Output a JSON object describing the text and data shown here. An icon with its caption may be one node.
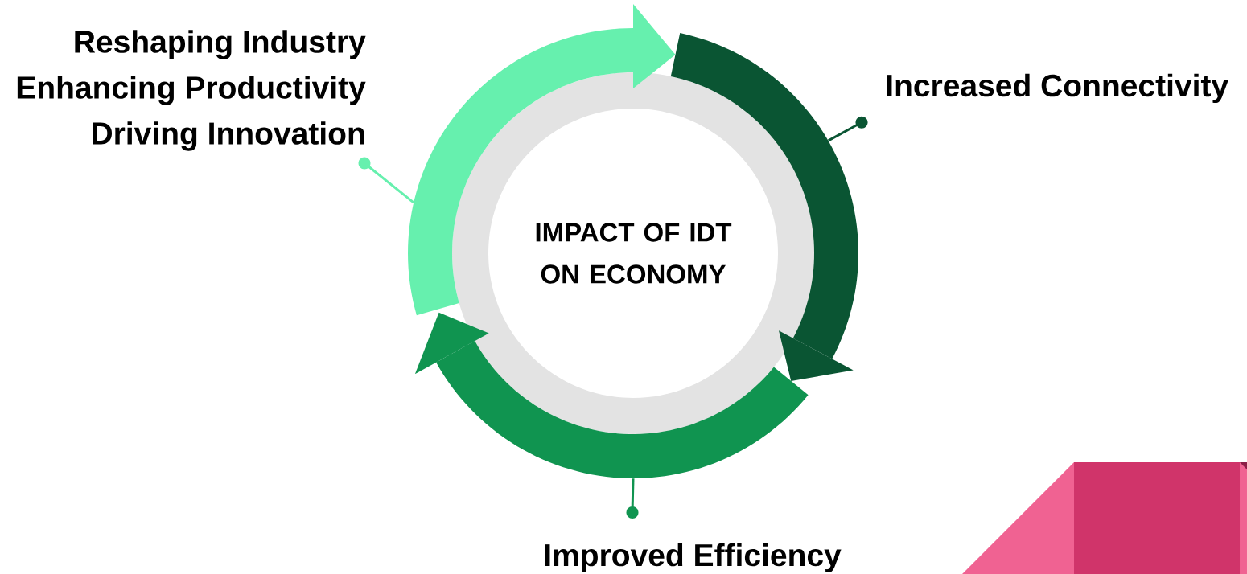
{
  "diagram": {
    "nodes": [
      {
        "text": [
          "IMPACT OF IDT ON ECONOMY"
        ]
      },
      {
        "text": [
          "Reshaping Industry",
          "Enhancing Productivity",
          "Driving Innovation"
        ]
      },
      {
        "text": [
          "Increased Connectivity"
        ]
      },
      {
        "text": [
          "Improved Efficiency"
        ]
      },
      {
        "text": [],
        "shape": "arrow"
      },
      {
        "text": [],
        "shape": "arrow"
      },
      {
        "text": [],
        "shape": "arrow"
      }
    ],
    "edges": [
      {
        "from": 1,
        "to": 4,
        "arrow": "other",
        "color": "#66f0ae"
      },
      {
        "from": 2,
        "to": 5,
        "arrow": "other",
        "color": "#0a5533"
      },
      {
        "from": 3,
        "to": 6,
        "arrow": "other",
        "color": "#109450"
      }
    ]
  }
}
